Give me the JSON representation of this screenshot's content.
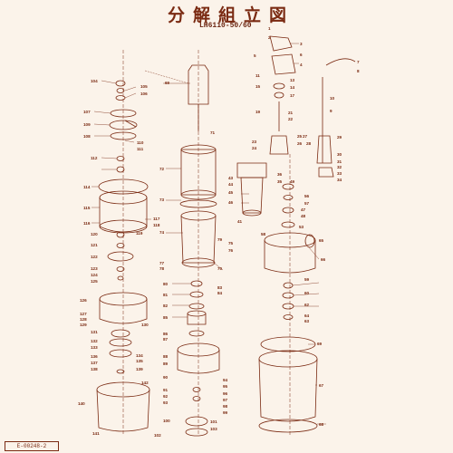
{
  "header": {
    "title": "分解組立図",
    "model": "LH6110-50/60"
  },
  "doc_number": "E-00248-2",
  "part_numbers": [
    "101",
    "102",
    "103",
    "104",
    "105",
    "106",
    "107",
    "108",
    "109",
    "110",
    "111",
    "112",
    "114",
    "115",
    "116",
    "117",
    "118",
    "119",
    "120",
    "121",
    "122",
    "123",
    "124",
    "125",
    "126",
    "127",
    "128",
    "129",
    "130",
    "131",
    "132",
    "133",
    "134",
    "135",
    "136",
    "137",
    "138",
    "139",
    "140",
    "141",
    "142",
    "1",
    "2",
    "3",
    "4",
    "5",
    "6",
    "7",
    "8",
    "9",
    "10",
    "11",
    "12",
    "13",
    "14",
    "15",
    "16",
    "17",
    "18",
    "19",
    "20",
    "21",
    "22",
    "23",
    "24",
    "25",
    "26",
    "27",
    "28",
    "29",
    "30",
    "31",
    "32",
    "33",
    "34",
    "35",
    "36",
    "37",
    "38",
    "39",
    "40",
    "41",
    "42",
    "43",
    "44",
    "45",
    "46",
    "47",
    "48",
    "49",
    "50",
    "51",
    "52",
    "53",
    "54",
    "55",
    "56",
    "57",
    "58",
    "59",
    "60",
    "61",
    "62",
    "63",
    "64",
    "65",
    "66",
    "67",
    "68",
    "69",
    "70",
    "71",
    "72",
    "73",
    "74",
    "75",
    "76",
    "77",
    "78",
    "79",
    "80",
    "81",
    "82",
    "83",
    "84",
    "85",
    "86",
    "87",
    "88",
    "89",
    "90",
    "91",
    "92",
    "93",
    "94",
    "95",
    "96",
    "97",
    "98",
    "99",
    "100"
  ]
}
